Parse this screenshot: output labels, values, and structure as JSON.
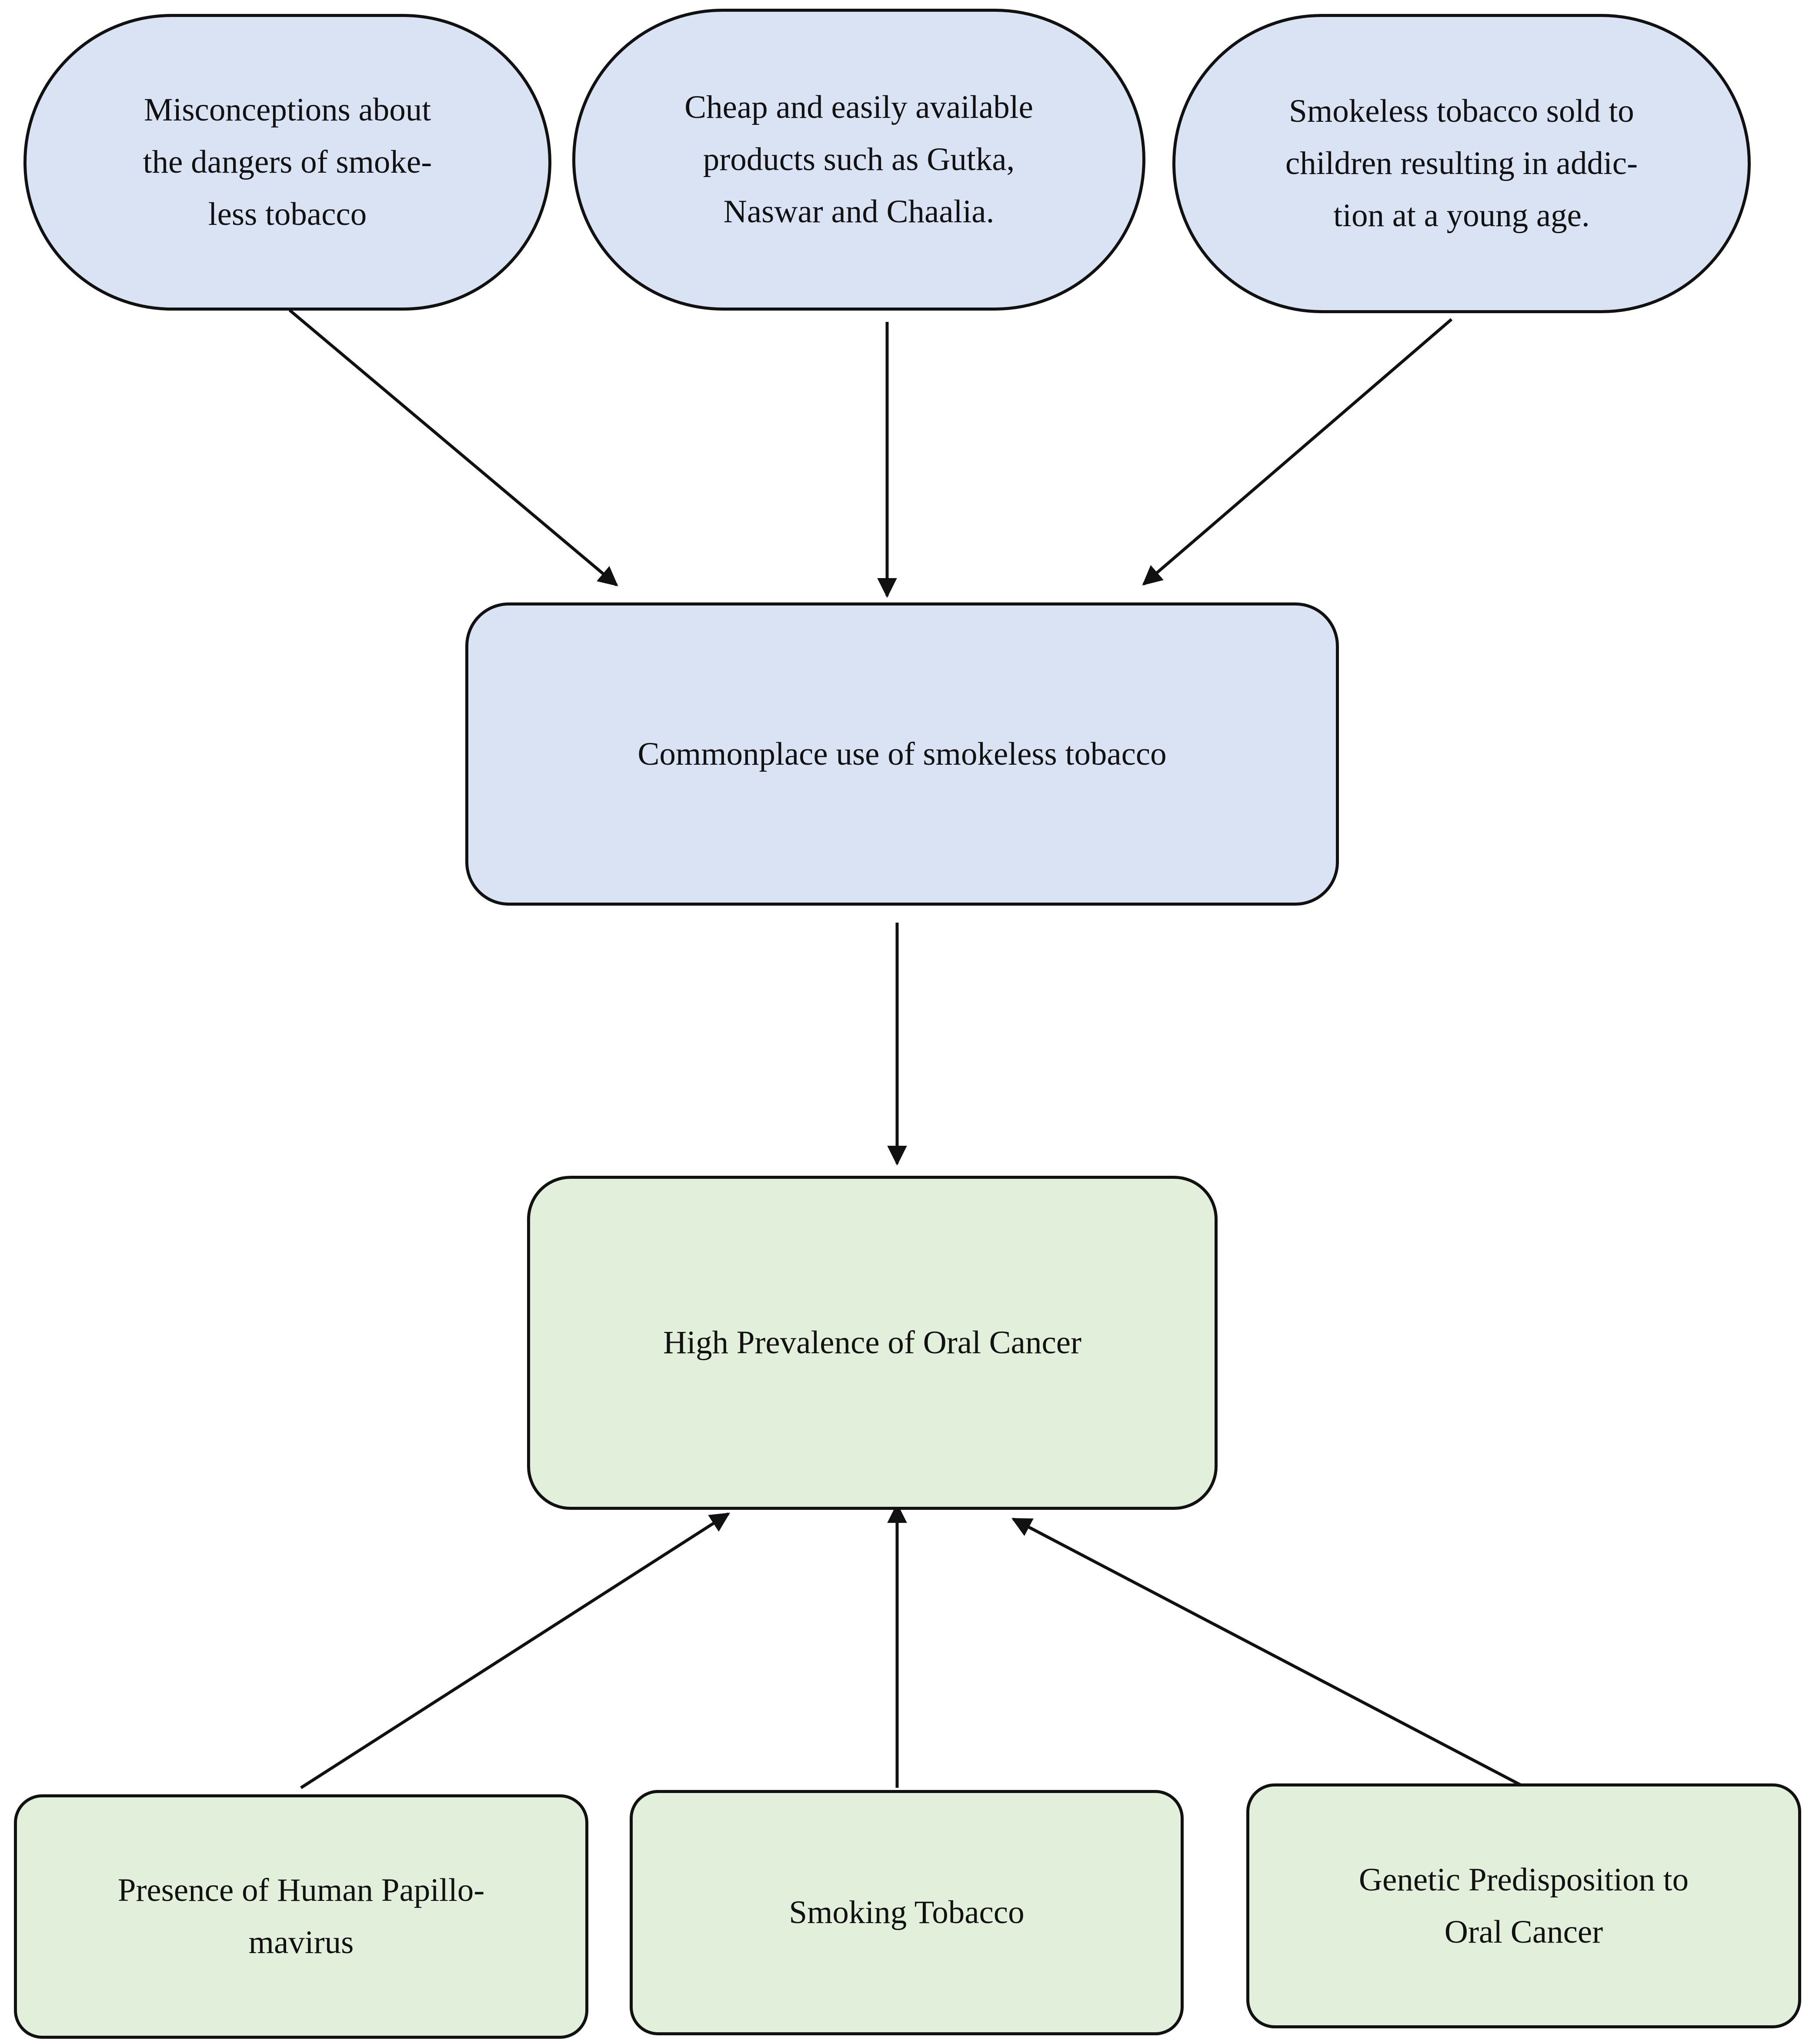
{
  "nodes": {
    "misconceptions": "Misconceptions about\nthe dangers of smoke-\nless tobacco",
    "cheap_products": "Cheap and easily available\nproducts such as Gutka,\nNaswar and Chaalia.",
    "sold_to_children": "Smokeless tobacco sold to\nchildren resulting in addic-\ntion at a young age.",
    "commonplace_use": "Commonplace use of smokeless tobacco",
    "high_prevalence": "High Prevalence of Oral Cancer",
    "hpv": "Presence of Human Papillo-\nmavirus",
    "smoking": "Smoking Tobacco",
    "genetic": "Genetic Predisposition to\nOral Cancer"
  },
  "colors": {
    "cause_fill": "#dae3f3",
    "outcome_fill": "#e2efda",
    "stroke": "#111111"
  }
}
